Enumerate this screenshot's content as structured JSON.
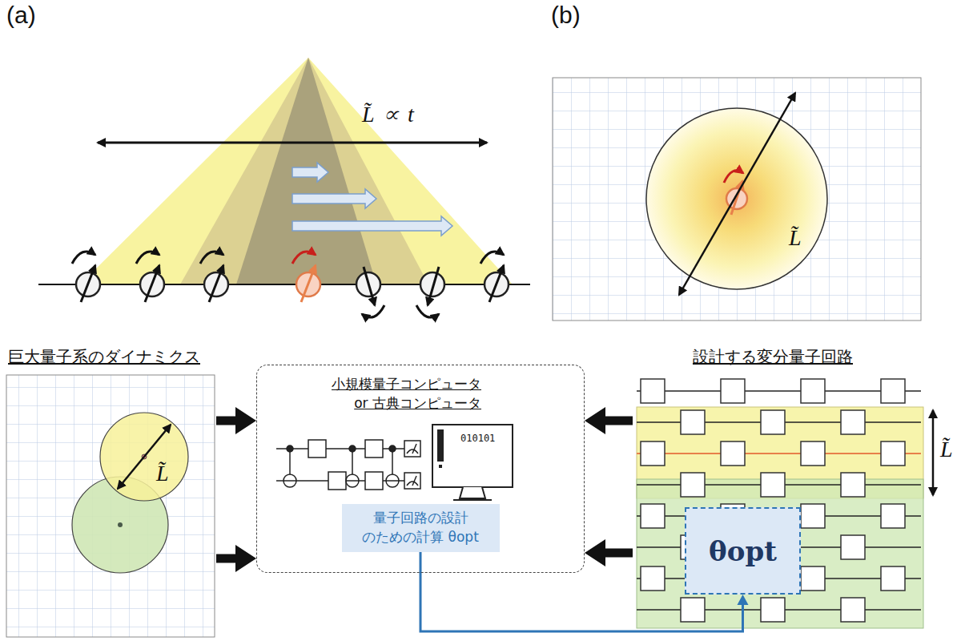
{
  "diagram": {
    "nodes": [
      {
        "text": [
          "巨大量子系のダイナミクス",
          "L̃"
        ]
      },
      {
        "text": [
          "小規模量子コンピュータ or 古典コンピュータ"
        ]
      },
      {
        "text": [
          "量子回路の設計 のための計算 θopt"
        ],
        "in": 1
      },
      {
        "text": [
          "設計する変分量子回路",
          "L̃"
        ]
      },
      {
        "text": [
          "θopt"
        ],
        "in": 3
      }
    ],
    "edges": [
      {
        "from": 0,
        "to": 1,
        "arrow": "to"
      },
      {
        "from": 0,
        "to": 1,
        "arrow": "to"
      },
      {
        "from": 3,
        "to": 1,
        "arrow": "to"
      },
      {
        "from": 3,
        "to": 1,
        "arrow": "to"
      },
      {
        "from": 2,
        "to": 4,
        "arrow": "to"
      }
    ],
    "labels": [
      "(a)",
      "(b)",
      "L̃ ∝ t",
      "L̃",
      "010101"
    ]
  }
}
